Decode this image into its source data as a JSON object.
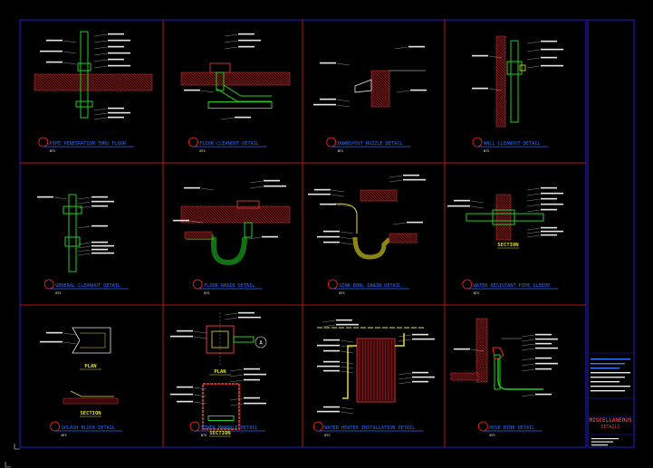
{
  "sheet": {
    "title_line1": "MISCELLANEOUS",
    "title_line2": "DETAILS",
    "colors": {
      "background": "#000000",
      "frame": "#1f1fd6",
      "grid": "#b01818",
      "title_text": "#2a6cff",
      "label_text": "#e8e8e8",
      "pipe": "#20d020",
      "hatch": "#c03030",
      "accent_yellow": "#e8e020",
      "accent_red": "#ff2020",
      "title_block_text": "#e04040"
    }
  },
  "panels": [
    {
      "id": "pipe-penetration-thru-floor",
      "title": "PIPE PENETRATION THRU FLOOR",
      "scale": "NTS"
    },
    {
      "id": "floor-cleanout-detail",
      "title": "FLOOR CLEANOUT DETAIL",
      "scale": "NTS"
    },
    {
      "id": "downspout-nozzle-detail",
      "title": "DOWNSPOUT NOZZLE DETAIL",
      "scale": "NTS"
    },
    {
      "id": "wall-cleanout-detail",
      "title": "WALL CLEANOUT DETAIL",
      "scale": "NTS"
    },
    {
      "id": "general-cleanout-detail",
      "title": "GENERAL CLEANOUT DETAIL",
      "scale": "NTS"
    },
    {
      "id": "floor-drain-detail",
      "title": "FLOOR DRAIN DETAIL",
      "scale": "NTS"
    },
    {
      "id": "sink-bowl-drain-detail",
      "title": "SINK BOWL DRAIN DETAIL",
      "scale": "NTS"
    },
    {
      "id": "water-resistant-pipe-sleeve",
      "title": "WATER RESISTANT PIPE SLEEVE",
      "scale": "NTS",
      "sublabel": "SECTION"
    },
    {
      "id": "splash-block-detail",
      "title": "SPLASH BLOCK DETAIL",
      "scale": "NTS",
      "plan_label": "PLAN",
      "section_label": "SECTION"
    },
    {
      "id": "sewer-manhole-detail",
      "title": "SEWER MANHOLE DETAIL",
      "scale": "NTS",
      "plan_label": "PLAN",
      "section_label": "SECTION",
      "marker": "A"
    },
    {
      "id": "water-heater-installation-detail",
      "title": "WATER HEATER INSTALLATION DETAIL",
      "scale": "NTS"
    },
    {
      "id": "hose-bibb-detail",
      "title": "HOSE BIBB DETAIL",
      "scale": "NTS"
    }
  ]
}
